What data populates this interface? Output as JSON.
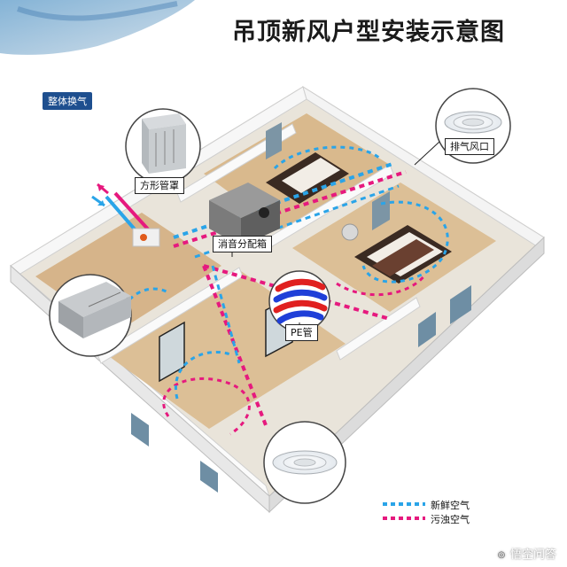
{
  "header": {
    "title": "吊顶新风户型安装示意图"
  },
  "section_tag": "整体换气",
  "callouts": {
    "square_cover": "方形管罩",
    "muffler_box": "消音分配箱",
    "pe_pipe": "PE管",
    "exhaust_vent": "排气风口"
  },
  "legend": {
    "fresh_air": "新鲜空气",
    "dirty_air": "污浊空气"
  },
  "colors": {
    "fresh_air": "#2aa4e8",
    "dirty_air": "#e6197e",
    "pe_blue": "#1f3fd8",
    "pe_red": "#e02020",
    "tag_bg": "#1e4f8f"
  },
  "watermark": {
    "text": "悟空问答",
    "icon": "chat-bubble-icon"
  }
}
